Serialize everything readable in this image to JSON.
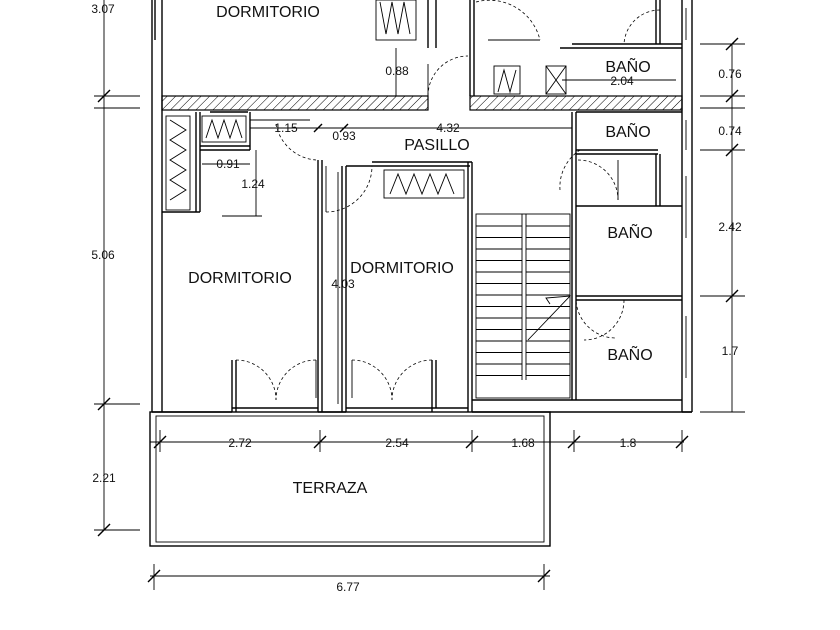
{
  "rooms": {
    "dormitorio_top": "DORMITORIO",
    "dormitorio_left": "DORMITORIO",
    "dormitorio_center": "DORMITORIO",
    "pasillo": "PASILLO",
    "bano_1": "BAÑO",
    "bano_2": "BAÑO",
    "bano_3": "BAÑO",
    "bano_4": "BAÑO",
    "terraza": "TERRAZA"
  },
  "dimensions": {
    "left_top": "3.07",
    "left_middle": "5.06",
    "left_bottom": "2.21",
    "right_076": "0.76",
    "right_074": "0.74",
    "right_242": "2.42",
    "right_17": "1.7",
    "door_088": "0.88",
    "bano_204": "2.04",
    "hall_115": "1.15",
    "hall_093": "0.93",
    "hall_432": "4.32",
    "closet_091": "0.91",
    "closet_124": "1.24",
    "room_403": "4.03",
    "bottom_272": "2.72",
    "bottom_254": "2.54",
    "bottom_168": "1.68",
    "bottom_18": "1.8",
    "total_677": "6.77"
  }
}
